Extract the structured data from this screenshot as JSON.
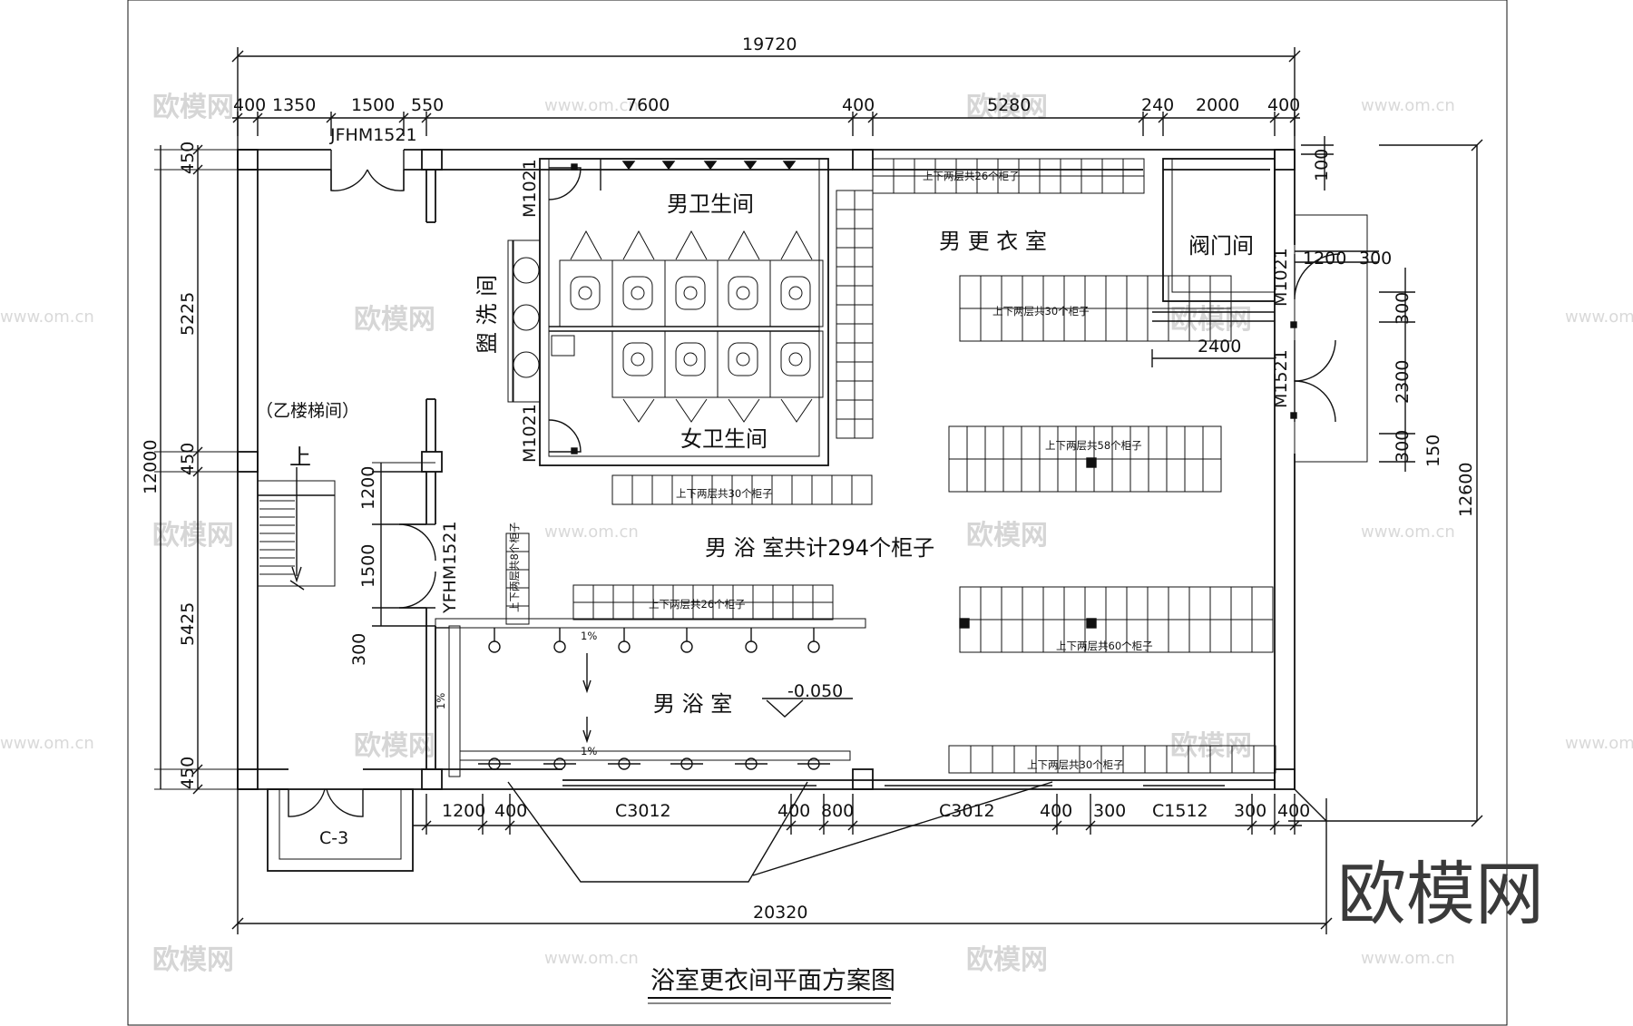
{
  "title": "浴室更衣间平面方案图",
  "logo": "欧模网",
  "watermark": {
    "text": "欧模网",
    "url": "www.om.cn"
  },
  "dimensions": {
    "top_total": "19720",
    "top_segments": [
      "400",
      "1350",
      "1500",
      "550",
      "7600",
      "400",
      "5280",
      "240",
      "2000",
      "400"
    ],
    "bottom_total": "20320",
    "bottom_segments": [
      "1200",
      "400",
      "C3012",
      "400",
      "800",
      "C3012",
      "400",
      "300",
      "C1512",
      "300",
      "400"
    ],
    "left_total": "12000",
    "left_segments": [
      "450",
      "5225",
      "450",
      "5425",
      "450"
    ],
    "right_total": "12600",
    "right_segments": [
      "100",
      "300",
      "2300",
      "300",
      "150"
    ],
    "corridor": [
      "1200",
      "1500",
      "300"
    ],
    "valve": [
      "1200",
      "300",
      "2400"
    ]
  },
  "doors": [
    "JFHM1521",
    "M1021",
    "M1021",
    "YFHM1521",
    "M1021",
    "M1521",
    "C-3"
  ],
  "rooms": {
    "men_toilet": "男卫生间",
    "women_toilet": "女卫生间",
    "wash": "盥 洗 间",
    "stair": "（乙楼梯间）",
    "stair_up": "上",
    "locker_room": "男 更 衣 室",
    "valve_room": "阀门间",
    "bath_total": "男 浴  室共计294个柜子",
    "bath": "男 浴  室",
    "level": "-0.050",
    "slope": "1%"
  },
  "lockers": [
    "上下两层共26个柜子",
    "上下两层共30个柜子",
    "上下两层共58个柜子",
    "上下两层共30个柜子",
    "上下两层共8个柜子",
    "上下两层共26个柜子",
    "上下两层共60个柜子",
    "上下两层共30个柜子"
  ]
}
